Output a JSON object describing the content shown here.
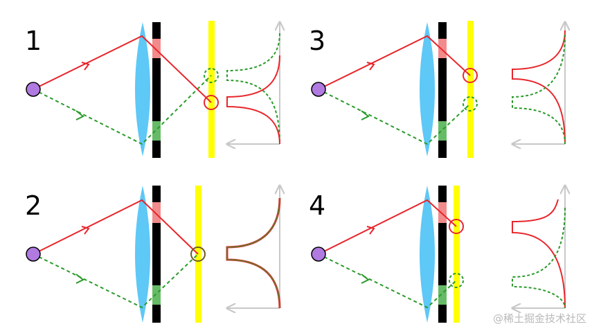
{
  "panels": [
    {
      "label": "1"
    },
    {
      "label": "2"
    },
    {
      "label": "3"
    },
    {
      "label": "4"
    }
  ],
  "colors": {
    "source": "#b07ae0",
    "lens": "#5ec8f7",
    "slit_plate": "#000000",
    "upper_slit": "#f28b8b",
    "lower_slit": "#66bb66",
    "screen": "#ffff00",
    "red_ray": "#e8252b",
    "green_ray": "#2a9a2a",
    "axis": "#c8c8c8"
  },
  "watermark": "@稀土掘金技术社区"
}
